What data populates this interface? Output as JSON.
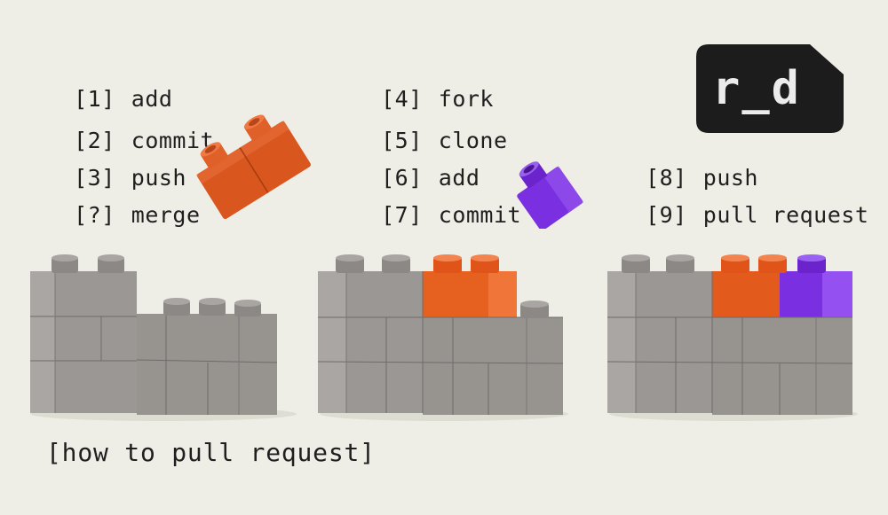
{
  "steps": {
    "column1": [
      {
        "num": "[1]",
        "label": "add"
      },
      {
        "num": "[2]",
        "label": "commit"
      },
      {
        "num": "[3]",
        "label": "push"
      },
      {
        "num": "[?]",
        "label": "merge"
      }
    ],
    "column2": [
      {
        "num": "[4]",
        "label": "fork"
      },
      {
        "num": "[5]",
        "label": "clone"
      },
      {
        "num": "[6]",
        "label": "add"
      },
      {
        "num": "[7]",
        "label": "commit"
      }
    ],
    "column3": [
      {
        "num": "[8]",
        "label": "push"
      },
      {
        "num": "[9]",
        "label": "pull request"
      }
    ]
  },
  "logo": {
    "text": "r_d"
  },
  "caption": "[how to pull request]",
  "colors": {
    "background": "#eeeee6",
    "text": "#1f1f1f",
    "logo_bg": "#1c1c1c",
    "logo_text": "#ececec",
    "brick_gray": "#8f8b88",
    "brick_orange": "#e2561c",
    "brick_purple": "#7a2fe0"
  },
  "illustrations": [
    {
      "name": "upstream-wall",
      "bricks": [
        "gray"
      ]
    },
    {
      "name": "merged-wall",
      "bricks": [
        "gray",
        "orange"
      ]
    },
    {
      "name": "pr-wall",
      "bricks": [
        "gray",
        "orange",
        "purple"
      ]
    }
  ]
}
